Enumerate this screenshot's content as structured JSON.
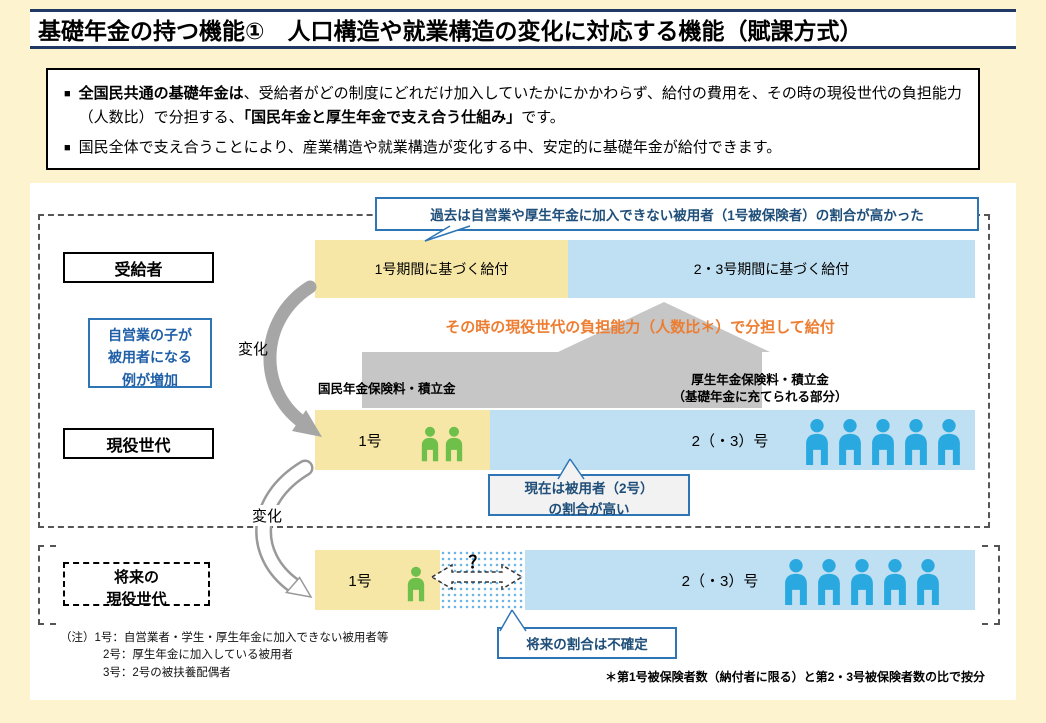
{
  "title": "基礎年金の持つ機能①　人口構造や就業構造の変化に対応する機能（賦課方式）",
  "intro": {
    "marker": "■",
    "b1_bold1": "全国民共通の基礎年金は",
    "b1_text1": "、受給者がどの制度にどれだけ加入していたかにかかわらず、給付の費用を、その時の現役世代の負担能力（人数比）で分担する、",
    "b1_bold2": "「国民年金と厚生年金で支え合う仕組み」",
    "b1_text2": "です。",
    "b2_text": "国民全体で支え合うことにより、産業構造や就業構造が変化する中、安定的に基礎年金が給付できます。"
  },
  "diagram": {
    "past_callout": "過去は自営業や厚生年金に加入できない被用者（1号被保険者）の割合が高かった",
    "recipients_label": "受給者",
    "workers_label": "現役世代",
    "future_label_1": "将来の",
    "future_label_2": "現役世代",
    "bar_top_left": "1号期間に基づく給付",
    "bar_top_right": "2・3号期間に基づく給付",
    "orange_note": "その時の現役世代の負担能力（人数比＊）で分担して給付",
    "contrib_left": "国民年金保険料・積立金",
    "contrib_right_1": "厚生年金保険料・積立金",
    "contrib_right_2": "（基礎年金に充てられる部分）",
    "left_callout_1": "自営業の子が",
    "left_callout_2": "被用者になる",
    "left_callout_3": "例が増加",
    "change_label_top": "変化",
    "change_label_bottom": "変化",
    "bar_mid_left": "1号",
    "bar_mid_right": "2（・3）号",
    "bar_mid_green_count": 2,
    "bar_mid_blue_count": 5,
    "current_callout_1": "現在は被用者（2号）",
    "current_callout_2": "の割合が高い",
    "bar_future_left": "1号",
    "bar_future_right": "2（・3）号",
    "bar_future_green_count": 1,
    "bar_future_blue_count": 5,
    "question_mark": "？",
    "future_callout": "将来の割合は不確定"
  },
  "notes": {
    "line1": "（注）1号：自営業者・学生・厚生年金に加入できない被用者等",
    "line2": "2号：厚生年金に加入している被用者",
    "line3": "3号：2号の被扶養配偶者",
    "asterisk": "＊第1号被保険者数（納付者に限る）と第2・3号被保険者数の比で按分"
  },
  "colors": {
    "navy_border": "#1f3864",
    "accent_blue": "#2e75b6",
    "dark_blue_text": "#1f4e79",
    "yellow_bar": "#f7e7a6",
    "blue_bar": "#bfdff2",
    "orange_text": "#ed7d31",
    "green_person": "#6fbf4b",
    "blue_person": "#2aa9e0",
    "gray_arrow": "#c6c6c6",
    "page_bg": "#fdf3cf"
  }
}
